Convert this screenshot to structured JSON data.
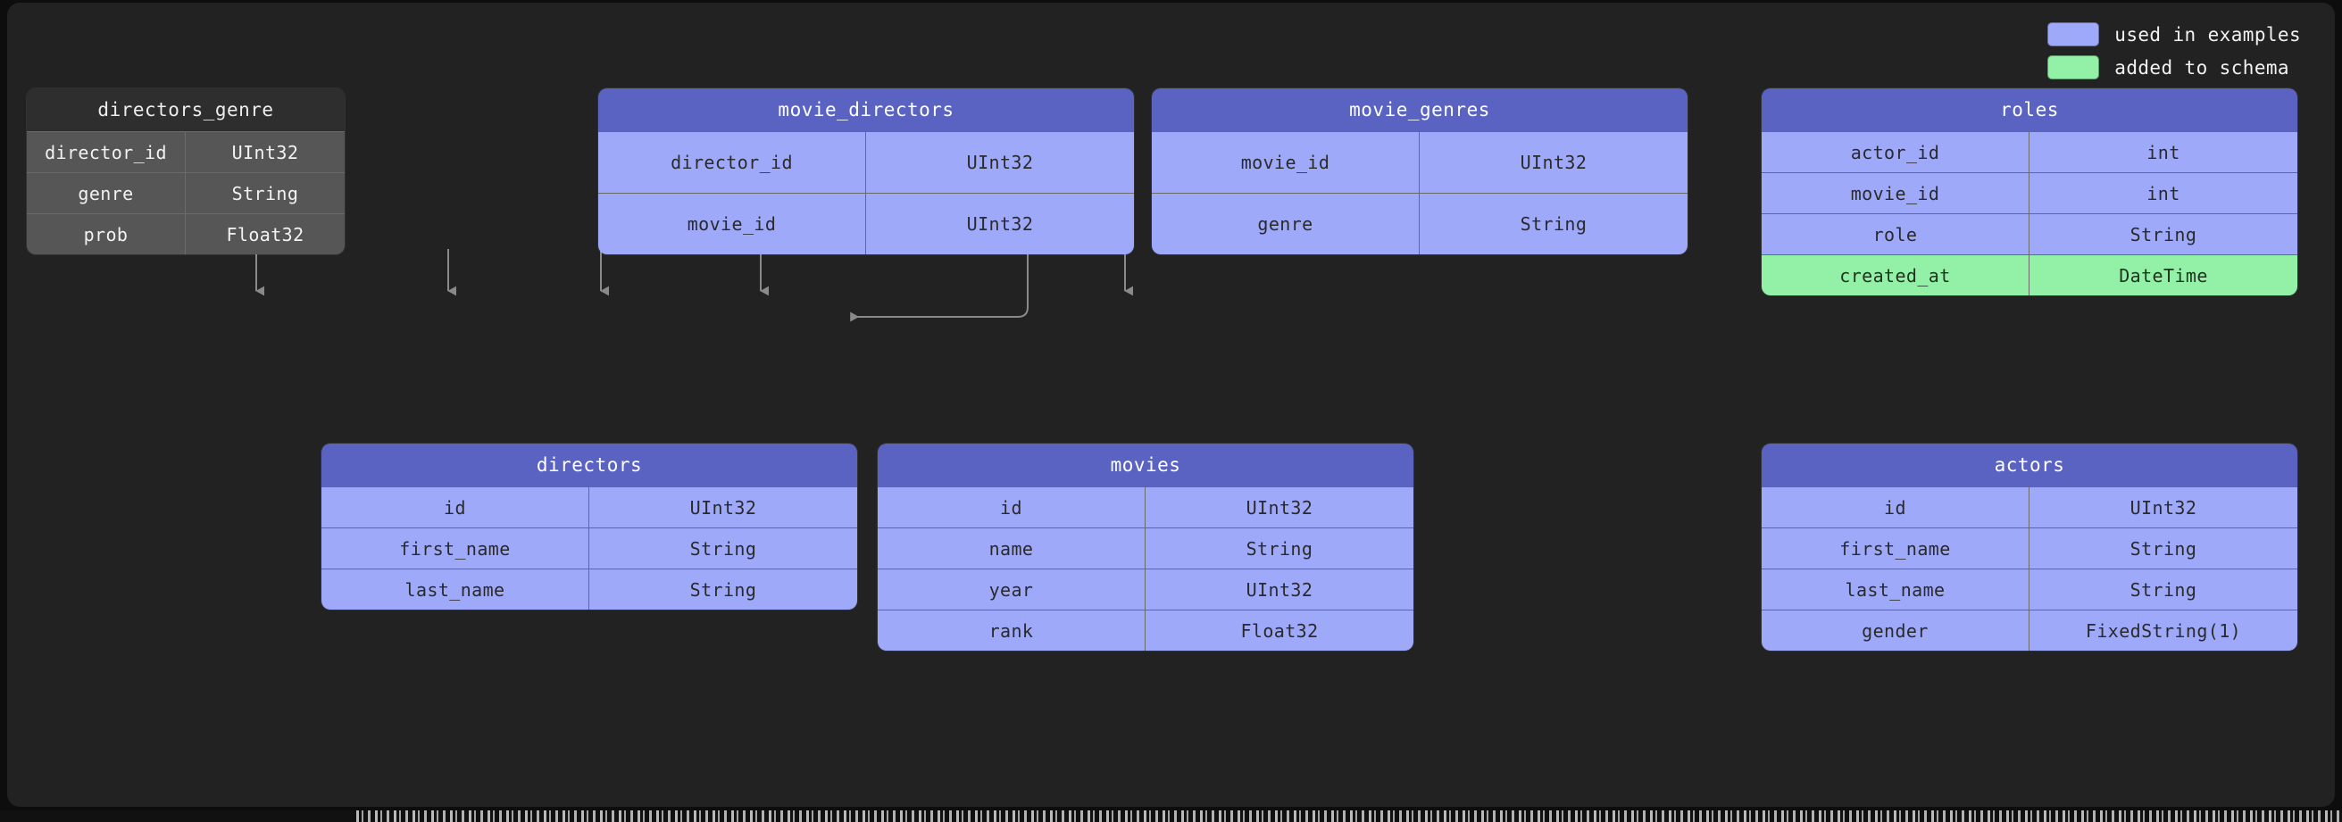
{
  "legend": {
    "items": [
      {
        "label": "used in examples",
        "color": "#9fa9fa",
        "name": "used-in-examples"
      },
      {
        "label": "added to schema",
        "color": "#93f1a7",
        "name": "added-to-schema"
      }
    ]
  },
  "tables": {
    "directors_genre": {
      "title": "directors_genre",
      "style": "grey",
      "rows": [
        {
          "column": "director_id",
          "type": "UInt32",
          "state": "normal"
        },
        {
          "column": "genre",
          "type": "String",
          "state": "normal"
        },
        {
          "column": "prob",
          "type": "Float32",
          "state": "normal"
        }
      ]
    },
    "movie_directors": {
      "title": "movie_directors",
      "style": "blue",
      "rows": [
        {
          "column": "director_id",
          "type": "UInt32",
          "state": "normal"
        },
        {
          "column": "movie_id",
          "type": "UInt32",
          "state": "normal"
        }
      ]
    },
    "movie_genres": {
      "title": "movie_genres",
      "style": "blue",
      "rows": [
        {
          "column": "movie_id",
          "type": "UInt32",
          "state": "normal"
        },
        {
          "column": "genre",
          "type": "String",
          "state": "normal"
        }
      ]
    },
    "roles": {
      "title": "roles",
      "style": "blue",
      "rows": [
        {
          "column": "actor_id",
          "type": "int",
          "state": "normal"
        },
        {
          "column": "movie_id",
          "type": "int",
          "state": "normal"
        },
        {
          "column": "role",
          "type": "String",
          "state": "normal"
        },
        {
          "column": "created_at",
          "type": "DateTime",
          "state": "added"
        }
      ]
    },
    "directors": {
      "title": "directors",
      "style": "blue",
      "rows": [
        {
          "column": "id",
          "type": "UInt32",
          "state": "normal"
        },
        {
          "column": "first_name",
          "type": "String",
          "state": "normal"
        },
        {
          "column": "last_name",
          "type": "String",
          "state": "normal"
        }
      ]
    },
    "movies": {
      "title": "movies",
      "style": "blue",
      "rows": [
        {
          "column": "id",
          "type": "UInt32",
          "state": "normal"
        },
        {
          "column": "name",
          "type": "String",
          "state": "normal"
        },
        {
          "column": "year",
          "type": "UInt32",
          "state": "normal"
        },
        {
          "column": "rank",
          "type": "Float32",
          "state": "normal"
        }
      ]
    },
    "actors": {
      "title": "actors",
      "style": "blue",
      "rows": [
        {
          "column": "id",
          "type": "UInt32",
          "state": "normal"
        },
        {
          "column": "first_name",
          "type": "String",
          "state": "normal"
        },
        {
          "column": "last_name",
          "type": "String",
          "state": "normal"
        },
        {
          "column": "gender",
          "type": "FixedString(1)",
          "state": "normal"
        }
      ]
    }
  },
  "edges": [
    {
      "from": "directors_genre",
      "to": "directors"
    },
    {
      "from": "movie_directors",
      "to": "directors"
    },
    {
      "from": "movie_directors",
      "to": "movies"
    },
    {
      "from": "movie_genres",
      "to": "movies"
    },
    {
      "from": "roles",
      "to": "movies"
    },
    {
      "from": "roles",
      "to": "actors"
    }
  ],
  "colors": {
    "canvas_background": "#222222",
    "page_background": "#0d0d0d",
    "accent_blue_header": "#5a63c2",
    "accent_blue_body": "#9fa9fa",
    "accent_green": "#93f1a7",
    "grey_header": "#2e2e2e",
    "grey_body": "#565656",
    "edge_stroke": "#8a8a8a"
  }
}
